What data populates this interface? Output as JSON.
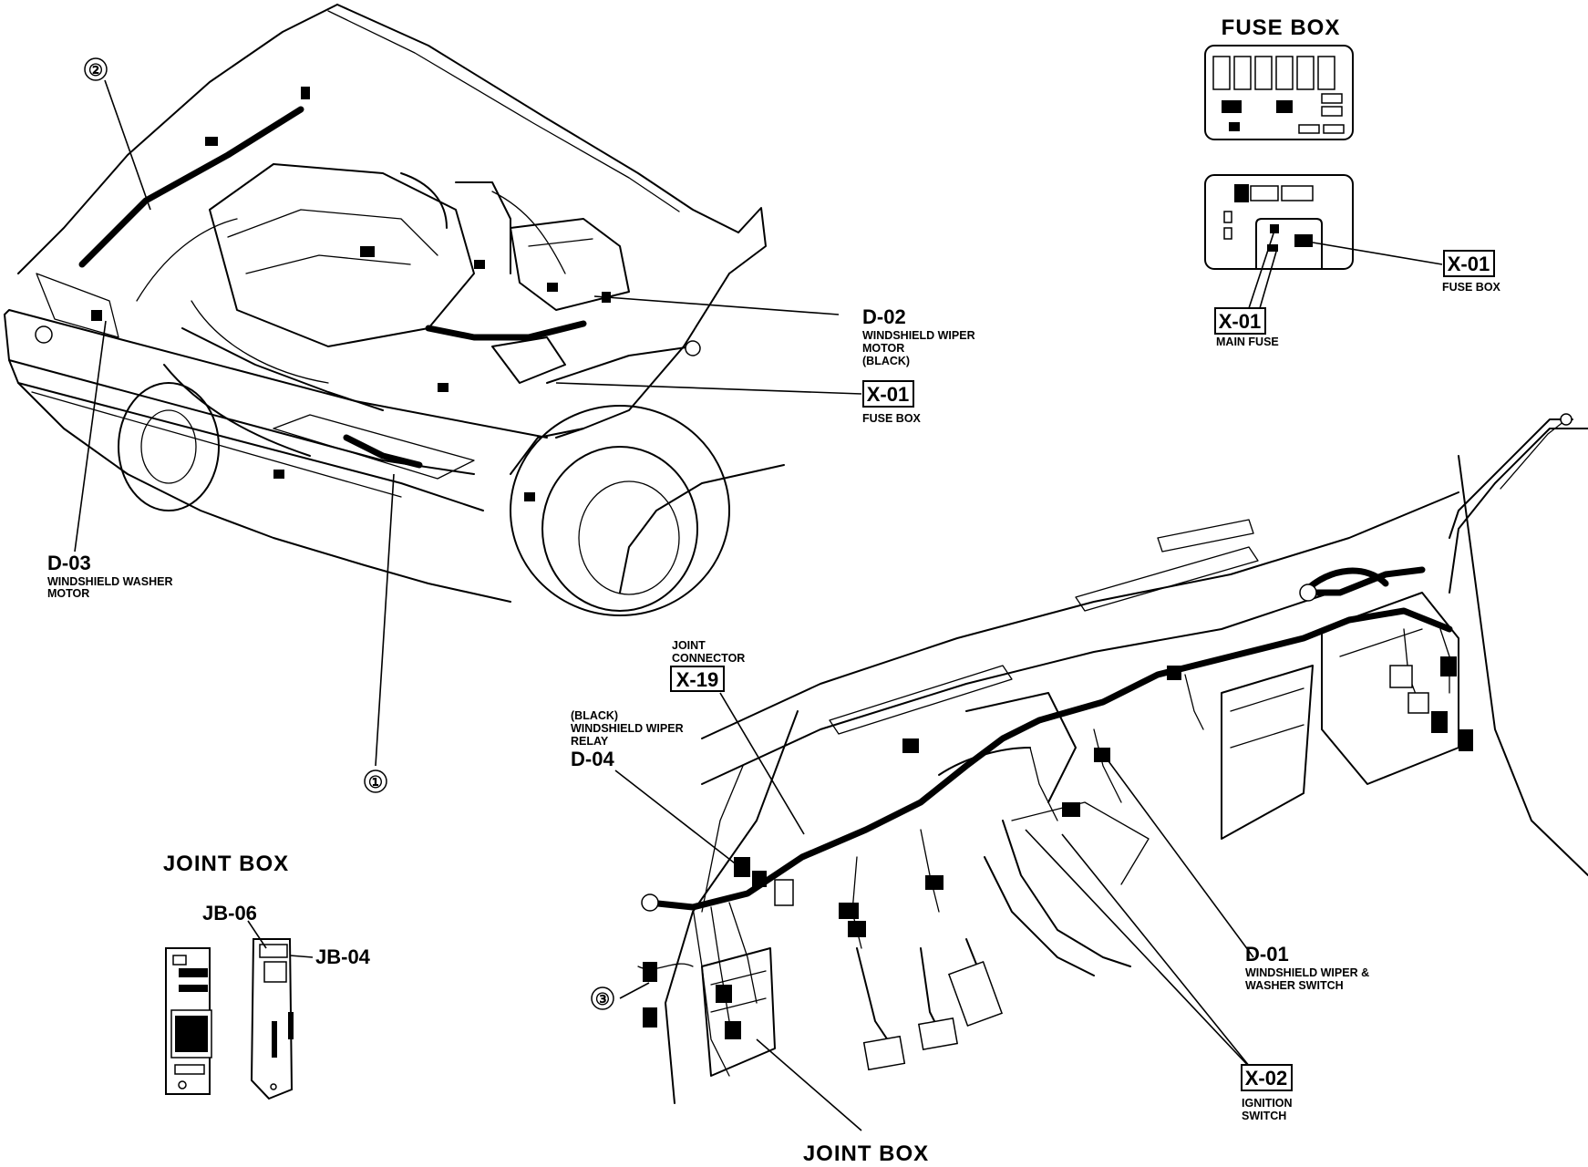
{
  "fuse_box_view": {
    "title": "FUSE BOX",
    "x01_fuse_box": {
      "code": "X-01",
      "lines": [
        "FUSE BOX"
      ]
    },
    "x01_main_fuse": {
      "code": "X-01",
      "lines": [
        "MAIN FUSE"
      ]
    }
  },
  "engine_bay": {
    "d02": {
      "code": "D-02",
      "lines": [
        "WINDSHIELD WIPER",
        "MOTOR",
        "(BLACK)"
      ]
    },
    "x01": {
      "code": "X-01",
      "lines": [
        "FUSE BOX"
      ]
    },
    "d03": {
      "code": "D-03",
      "lines": [
        "WINDSHIELD WASHER",
        "MOTOR"
      ]
    },
    "callout_1": "①",
    "callout_2": "②"
  },
  "joint_box_view": {
    "title": "JOINT BOX",
    "jb06": "JB-06",
    "jb04": "JB-04"
  },
  "dashboard": {
    "x19": {
      "code": "X-19",
      "lines": [
        "JOINT",
        "CONNECTOR"
      ]
    },
    "d04": {
      "code": "D-04",
      "lines": [
        "(BLACK)",
        "WINDSHIELD WIPER",
        "RELAY"
      ]
    },
    "d01": {
      "code": "D-01",
      "lines": [
        "WINDSHIELD WIPER &",
        "WASHER SWITCH"
      ]
    },
    "x02": {
      "code": "X-02",
      "lines": [
        "IGNITION",
        "SWITCH"
      ]
    },
    "callout_3": "③",
    "joint_box_label": "JOINT BOX"
  }
}
